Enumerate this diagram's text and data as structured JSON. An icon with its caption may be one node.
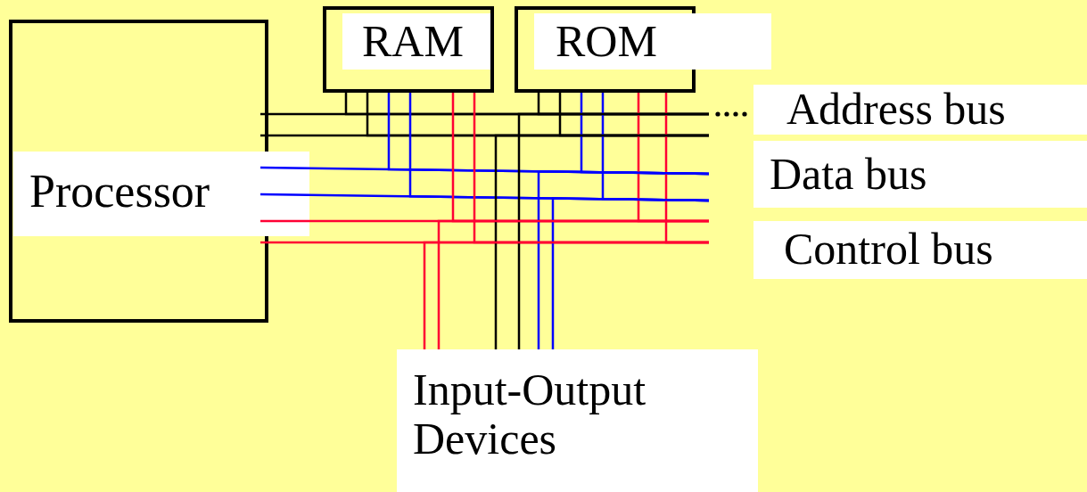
{
  "diagram": {
    "nodes": [
      {
        "text": [
          "Processor"
        ]
      },
      {
        "text": [
          "RAM"
        ]
      },
      {
        "text": [
          "ROM"
        ]
      },
      {
        "text": [
          "Address bus"
        ]
      },
      {
        "text": [
          "Data bus"
        ]
      },
      {
        "text": [
          "Control bus"
        ]
      },
      {
        "text": [
          "Input-Output Devices"
        ]
      }
    ],
    "edges": [
      {
        "from": 0,
        "to": 3,
        "arrow": "none"
      },
      {
        "from": 0,
        "to": 3,
        "arrow": "none"
      },
      {
        "from": 0,
        "to": 4,
        "arrow": "none",
        "color": "#0000ff"
      },
      {
        "from": 0,
        "to": 4,
        "arrow": "none",
        "color": "#0000ff"
      },
      {
        "from": 0,
        "to": 5,
        "arrow": "none",
        "color": "#ff0033"
      },
      {
        "from": 0,
        "to": 5,
        "arrow": "none",
        "color": "#ff0033"
      },
      {
        "from": 1,
        "to": 3,
        "arrow": "none"
      },
      {
        "from": 1,
        "to": 3,
        "arrow": "none"
      },
      {
        "from": 1,
        "to": 4,
        "arrow": "none",
        "color": "#0000ff"
      },
      {
        "from": 1,
        "to": 4,
        "arrow": "none",
        "color": "#0000ff"
      },
      {
        "from": 1,
        "to": 5,
        "arrow": "none",
        "color": "#ff0033"
      },
      {
        "from": 1,
        "to": 5,
        "arrow": "none",
        "color": "#ff0033"
      },
      {
        "from": 2,
        "to": 3,
        "arrow": "none"
      },
      {
        "from": 2,
        "to": 3,
        "arrow": "none"
      },
      {
        "from": 2,
        "to": 4,
        "arrow": "none",
        "color": "#0000ff"
      },
      {
        "from": 2,
        "to": 4,
        "arrow": "none",
        "color": "#0000ff"
      },
      {
        "from": 2,
        "to": 5,
        "arrow": "none",
        "color": "#ff0033"
      },
      {
        "from": 2,
        "to": 5,
        "arrow": "none",
        "color": "#ff0033"
      },
      {
        "from": 6,
        "to": 3,
        "arrow": "none"
      },
      {
        "from": 6,
        "to": 3,
        "arrow": "none"
      },
      {
        "from": 6,
        "to": 4,
        "arrow": "none",
        "color": "#0000ff"
      },
      {
        "from": 6,
        "to": 4,
        "arrow": "none",
        "color": "#0000ff"
      },
      {
        "from": 6,
        "to": 5,
        "arrow": "none",
        "color": "#ff0033"
      },
      {
        "from": 6,
        "to": 5,
        "arrow": "none",
        "color": "#ff0033"
      }
    ]
  }
}
